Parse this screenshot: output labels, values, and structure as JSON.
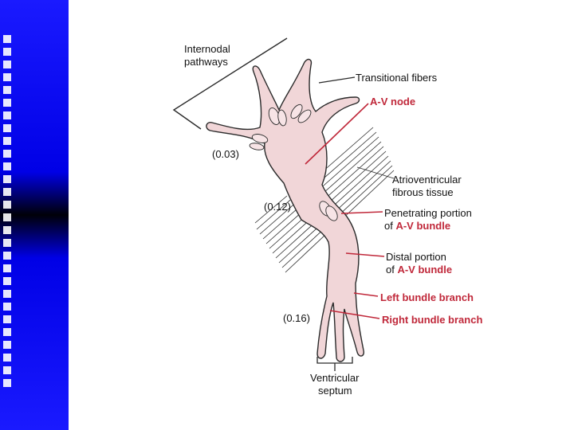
{
  "colors": {
    "left_bar": "#0000e6",
    "tissue_fill": "#f1d6d8",
    "outline": "#2a2a2a",
    "red_leader": "#c0283a"
  },
  "labels": {
    "internodal_line1": "Internodal",
    "internodal_line2": "pathways",
    "transitional": "Transitional fibers",
    "av_node": "A-V node",
    "val_003": "(0.03)",
    "atrio_line1": "Atrioventricular",
    "atrio_line2": "fibrous tissue",
    "val_012": "(0.12)",
    "penetrating_line1": "Penetrating portion",
    "penetrating_of": "of",
    "penetrating_bundle": "A-V bundle",
    "distal_line1": "Distal portion",
    "distal_of": "of",
    "distal_bundle": "A-V bundle",
    "left_branch": "Left bundle branch",
    "right_branch": "Right bundle branch",
    "val_016": "(0.16)",
    "septum_line1": "Ventricular",
    "septum_line2": "septum"
  }
}
